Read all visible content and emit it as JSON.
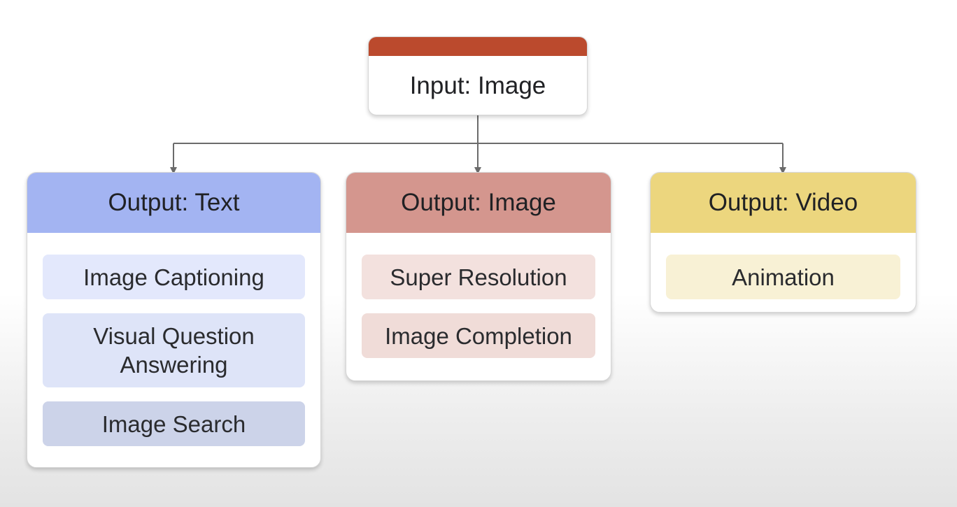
{
  "colors": {
    "root_bar": "#bb4a2d",
    "connector": "#6b6b6b",
    "text_header": "#a3b4f2",
    "image_header": "#d4968e",
    "video_header": "#ecd67e"
  },
  "root": {
    "label": "Input: Image"
  },
  "outputs": [
    {
      "header": "Output: Text",
      "items": [
        {
          "lines": [
            "Image Captioning"
          ],
          "color": "#e3e8fc"
        },
        {
          "lines": [
            "Visual Question",
            "Answering"
          ],
          "color": "#dee4f8"
        },
        {
          "lines": [
            "Image Search"
          ],
          "color": "#ccd3e9"
        }
      ]
    },
    {
      "header": "Output: Image",
      "items": [
        {
          "lines": [
            "Super Resolution"
          ],
          "color": "#f3e1de"
        },
        {
          "lines": [
            "Image Completion"
          ],
          "color": "#f0dcd8"
        }
      ]
    },
    {
      "header": "Output: Video",
      "items": [
        {
          "lines": [
            "Animation"
          ],
          "color": "#f8f1d5"
        }
      ]
    }
  ]
}
